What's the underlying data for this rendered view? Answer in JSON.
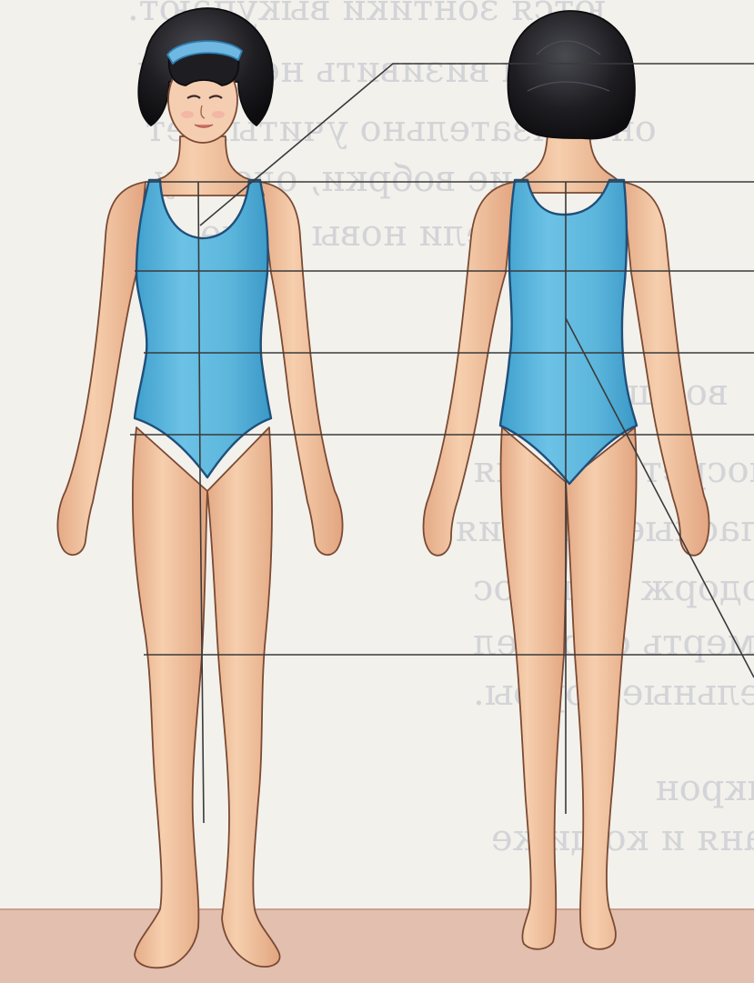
{
  "page": {
    "background": "#f3f1ec",
    "floor_color": "#e2bfae",
    "skin_color": "#f2c5a2",
    "skin_shadow": "#dea07d",
    "swimsuit_color": "#5cb6dc",
    "swimsuit_dark": "#2f8ebc",
    "hair_color": "#1e1e22",
    "headband_color": "#6fb8e2",
    "line_color": "#3a3a3a"
  },
  "bleed_text": [
    "ются зонтики выкупают.",
    "н визивить неохожн",
    "он обязательно учитывает",
    "ет ие вобрки, одежду",
    "модели новы коже",
    "вонщ",
    "бенолосрет издерля",
    "стнно согласные охвяния",
    "ляется одорж колонос",
    "ения мерть определ",
    "етельные рорфы.",
    "ыкрон",
    "ае  лаваня  и  ко  диже"
  ],
  "figures": {
    "front": "front-view",
    "back": "back-view"
  }
}
